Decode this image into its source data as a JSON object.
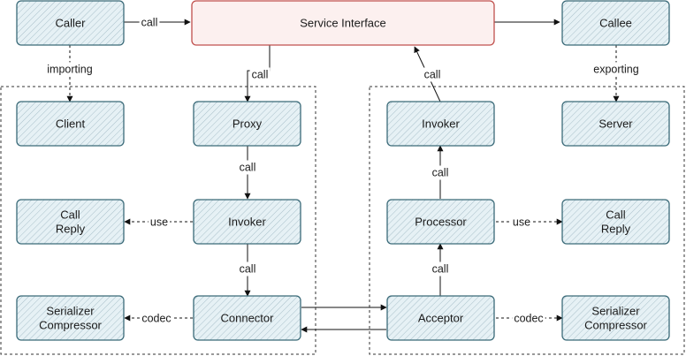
{
  "colors": {
    "box_fill": "#e6f1f5",
    "box_stroke": "#3a6a78",
    "hatch": "#9fb7c2",
    "service_fill": "#fcf0ef",
    "service_stroke": "#c0504d",
    "line": "#111111",
    "group_border": "#333333"
  },
  "nodes": {
    "caller": {
      "label": "Caller"
    },
    "service_interface": {
      "label": "Service Interface"
    },
    "callee": {
      "label": "Callee"
    },
    "client": {
      "label": "Client"
    },
    "proxy": {
      "label": "Proxy"
    },
    "invoker_left": {
      "label": "Invoker"
    },
    "call_reply_left": {
      "label": "Call\nReply"
    },
    "serializer_left": {
      "label": "Serializer\nCompressor"
    },
    "connector": {
      "label": "Connector"
    },
    "invoker_right": {
      "label": "Invoker"
    },
    "server": {
      "label": "Server"
    },
    "processor": {
      "label": "Processor"
    },
    "call_reply_right": {
      "label": "Call\nReply"
    },
    "acceptor": {
      "label": "Acceptor"
    },
    "serializer_right": {
      "label": "Serializer\nCompressor"
    }
  },
  "edges": {
    "caller_to_service": {
      "label": "call"
    },
    "caller_to_client": {
      "label": "importing"
    },
    "service_to_proxy": {
      "label": "call"
    },
    "callee_to_server": {
      "label": "exporting"
    },
    "invoker_to_service": {
      "label": "call"
    },
    "proxy_to_invoker": {
      "label": "call"
    },
    "invoker_to_callreply": {
      "label": "use"
    },
    "invoker_to_connector": {
      "label": "call"
    },
    "connector_to_serializer": {
      "label": "codec"
    },
    "processor_to_invoker": {
      "label": "call"
    },
    "processor_to_callreply": {
      "label": "use"
    },
    "acceptor_to_processor": {
      "label": "call"
    },
    "acceptor_to_serializer": {
      "label": "codec"
    }
  }
}
